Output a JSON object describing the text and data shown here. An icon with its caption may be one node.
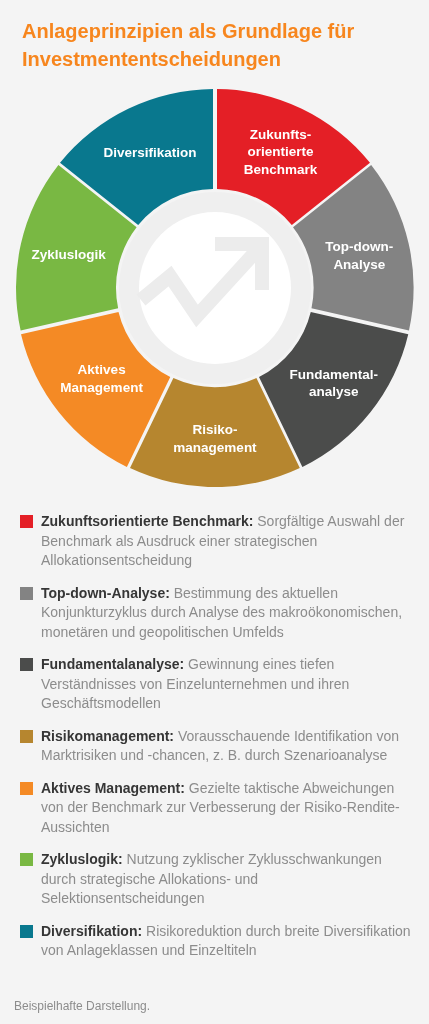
{
  "diagram": {
    "title": "Anlageprinzipien als Grundlage für Investmententscheidungen",
    "nodes": [
      {
        "text": [
          "Zukunfts- orientierte Benchmark"
        ]
      },
      {
        "text": [
          "Top-down- Analyse"
        ]
      },
      {
        "text": [
          "Fundamental- analyse"
        ]
      },
      {
        "text": [
          "Risiko- management"
        ]
      },
      {
        "text": [
          "Aktives Management"
        ]
      },
      {
        "text": [
          "Zykluslogik"
        ]
      },
      {
        "text": [
          "Diversifikation"
        ]
      }
    ],
    "legend": [
      {
        "text": "**Zukunftsorientierte Benchmark:** Sorgfältige Auswahl der Benchmark als Ausdruck einer strategischen Allokationsentscheidung",
        "color": "#e41f26"
      },
      {
        "text": "**Top-down-Analyse:** Bestimmung des aktuellen Konjunkturzyklus durch Analyse des makroökonomischen, monetären und geopolitischen Umfelds",
        "color": "#838383"
      },
      {
        "text": "**Fundamentalanalyse:** Gewinnung eines tiefen Verständnisses von Einzelunternehmen und ihren Geschäftsmodellen",
        "color": "#4b4c4b"
      },
      {
        "text": "**Risikomanagement:** Vorausschauende Identifikation von Marktrisiken und -chancen, z. B. durch Szenarioanalyse",
        "color": "#b6862f"
      },
      {
        "text": "**Aktives Management:** Gezielte taktische Abweichungen von der Benchmark zur Verbesserung der Risiko-Rendite-Aussichten",
        "color": "#f48a25"
      },
      {
        "text": "**Zykluslogik:** Nutzung zyklischer Zyklusschwankungen durch strategische Allokations- und Selektionsentscheidungen",
        "color": "#79b843"
      },
      {
        "text": "**Diversifikation:** Risikoreduktion durch breite Diversifikation von Anlageklassen und Einzeltiteln",
        "color": "#09788e"
      }
    ],
    "caption": "Beispielhafte Darstellung."
  }
}
